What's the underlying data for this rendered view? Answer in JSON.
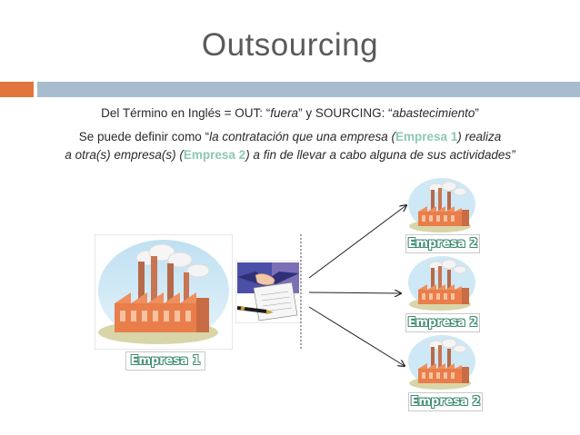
{
  "title": "Outsourcing",
  "definition": {
    "line1_a": "Del Término en Inglés = OUT: “",
    "line1_fuera": "fuera",
    "line1_b": "” y SOURCING: “",
    "line1_abast": "abastecimiento",
    "line1_c": "”",
    "line2_a": "Se puede definir como “",
    "line2_italic": "la contratación que una empresa (",
    "line2_emp1": "Empresa 1",
    "line2_end": ") realiza",
    "line3_a": "a otra(s) empresa(s) (",
    "line3_emp2": "Empresa 2",
    "line3_end": ") a fin de llevar a cabo alguna de sus actividades”"
  },
  "labels": {
    "empresa1": "Empresa 1",
    "empresa2_top": "Empresa 2",
    "empresa2_mid": "Empresa 2",
    "empresa2_bottom": "Empresa 2"
  },
  "colors": {
    "accent_orange": "#e2743d",
    "accent_blue": "#a7bccf",
    "highlight_green": "#8cc8b4"
  }
}
